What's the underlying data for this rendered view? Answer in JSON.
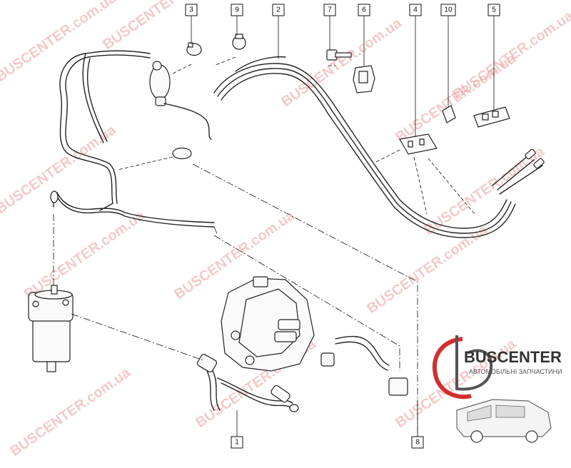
{
  "callouts": [
    "1",
    "2",
    "3",
    "4",
    "5",
    "6",
    "7",
    "8",
    "9",
    "10"
  ],
  "watermark": {
    "text": "BUSCENTER.com.ua"
  },
  "logo": {
    "brand": "BUSCENTER",
    "tagline": "АВТОМОБІЛЬНІ ЗАПЧАСТИНИ"
  },
  "colors": {
    "line": "#222222",
    "watermark": "#e8a0a0",
    "logo_red": "#d32f2f"
  }
}
